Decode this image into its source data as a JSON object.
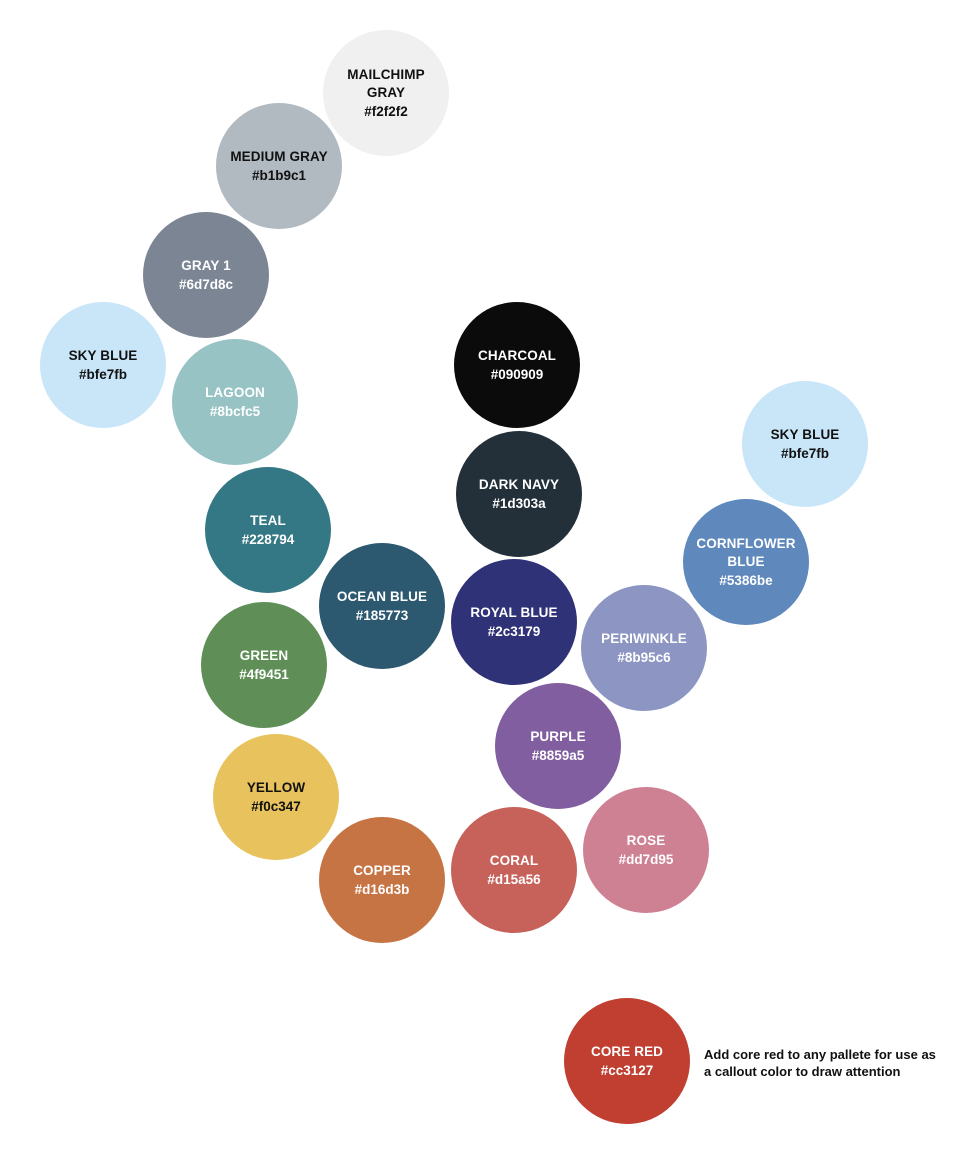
{
  "swatches": [
    {
      "id": "mailchimp-gray",
      "name": "MAILCHIMP GRAY",
      "hex": "#f2f2f2",
      "fill": "#f0f0f0",
      "text": "#111111"
    },
    {
      "id": "medium-gray",
      "name": "MEDIUM GRAY",
      "hex": "#b1b9c1",
      "fill": "#b1b9c1",
      "text": "#111111"
    },
    {
      "id": "gray-1",
      "name": "GRAY 1",
      "hex": "#6d7d8c",
      "fill": "#7b8594",
      "text": "#ffffff"
    },
    {
      "id": "sky-blue-left",
      "name": "SKY BLUE",
      "hex": "#bfe7fb",
      "fill": "#c8e6f8",
      "text": "#111111"
    },
    {
      "id": "lagoon",
      "name": "LAGOON",
      "hex": "#8bcfc5",
      "fill": "#98c3c5",
      "text": "#ffffff"
    },
    {
      "id": "charcoal",
      "name": "CHARCOAL",
      "hex": "#090909",
      "fill": "#0b0b0b",
      "text": "#ffffff"
    },
    {
      "id": "dark-navy",
      "name": "DARK NAVY",
      "hex": "#1d303a",
      "fill": "#23303a",
      "text": "#ffffff"
    },
    {
      "id": "sky-blue-right",
      "name": "SKY BLUE",
      "hex": "#bfe7fb",
      "fill": "#c8e6f8",
      "text": "#111111"
    },
    {
      "id": "teal",
      "name": "TEAL",
      "hex": "#228794",
      "fill": "#347885",
      "text": "#ffffff"
    },
    {
      "id": "cornflower-blue",
      "name": "CORNFLOWER BLUE",
      "hex": "#5386be",
      "fill": "#5f88bc",
      "text": "#ffffff"
    },
    {
      "id": "ocean-blue",
      "name": "OCEAN BLUE",
      "hex": "#185773",
      "fill": "#2c5870",
      "text": "#ffffff"
    },
    {
      "id": "royal-blue",
      "name": "ROYAL BLUE",
      "hex": "#2c3179",
      "fill": "#2f3277",
      "text": "#ffffff"
    },
    {
      "id": "periwinkle",
      "name": "PERIWINKLE",
      "hex": "#8b95c6",
      "fill": "#8d96c2",
      "text": "#ffffff"
    },
    {
      "id": "green",
      "name": "GREEN",
      "hex": "#4f9451",
      "fill": "#5f8f57",
      "text": "#ffffff"
    },
    {
      "id": "purple",
      "name": "PURPLE",
      "hex": "#8859a5",
      "fill": "#815e9f",
      "text": "#ffffff"
    },
    {
      "id": "yellow",
      "name": "YELLOW",
      "hex": "#f0c347",
      "fill": "#e8c35d",
      "text": "#111111"
    },
    {
      "id": "rose",
      "name": "ROSE",
      "hex": "#dd7d95",
      "fill": "#cf8194",
      "text": "#ffffff"
    },
    {
      "id": "copper",
      "name": "COPPER",
      "hex": "#d16d3b",
      "fill": "#c77445",
      "text": "#ffffff"
    },
    {
      "id": "coral",
      "name": "CORAL",
      "hex": "#d15a56",
      "fill": "#c7625b",
      "text": "#ffffff"
    },
    {
      "id": "core-red",
      "name": "CORE RED",
      "hex": "#cc3127",
      "fill": "#c03f31",
      "text": "#ffffff"
    }
  ],
  "note": "Add core red to any pallete for use as a callout color to draw attention"
}
